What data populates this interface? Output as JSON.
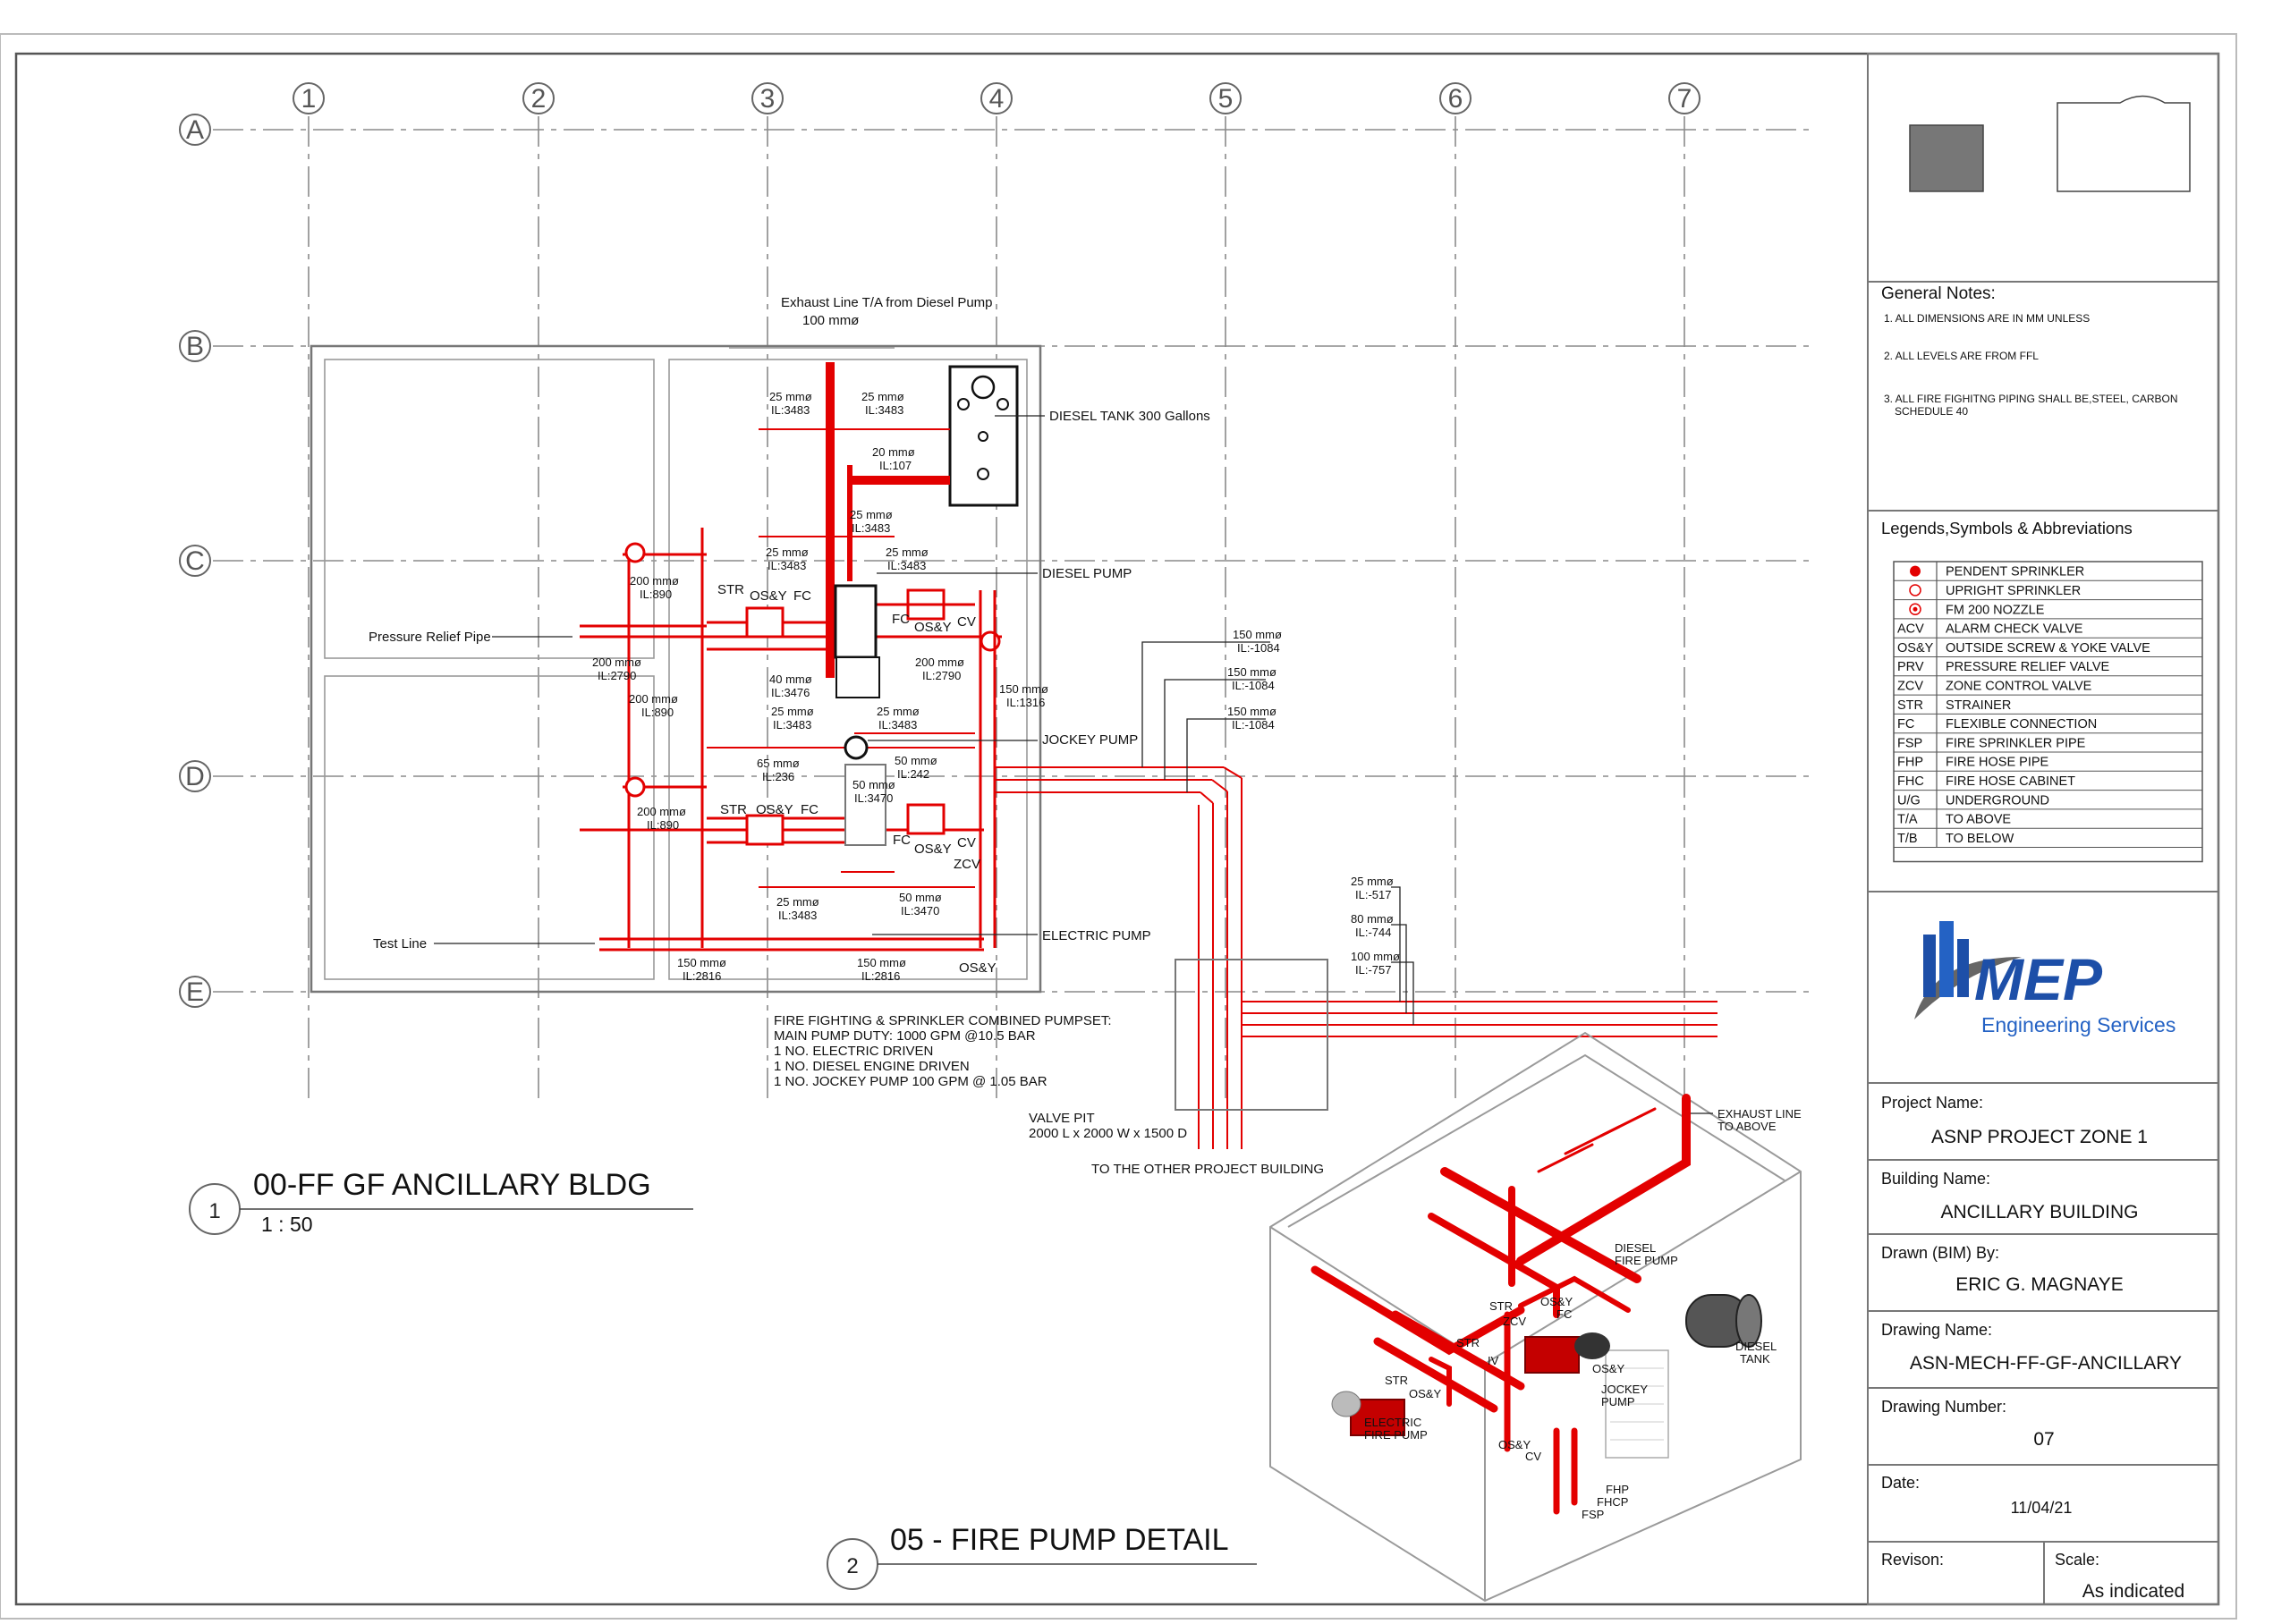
{
  "grid": {
    "columns": [
      "1",
      "2",
      "3",
      "4",
      "5",
      "6",
      "7"
    ],
    "rows": [
      "A",
      "B",
      "C",
      "D",
      "E"
    ]
  },
  "plan": {
    "annotations": [
      "Exhaust Line T/A from Diesel Pump",
      "100 mmø",
      "DIESEL TANK 300 Gallons",
      "DIESEL PUMP",
      "JOCKEY PUMP",
      "ELECTRIC PUMP",
      "Pressure Relief Pipe",
      "Test Line",
      "STR",
      "OS&Y",
      "FC",
      "CV",
      "ZCV",
      "25 mmø",
      "IL:3483",
      "20 mmø",
      "IL:107",
      "200 mmø",
      "IL:890",
      "IL:2790",
      "40 mmø",
      "IL:3476",
      "65 mmø",
      "IL:236",
      "50 mmø",
      "IL:3470",
      "IL:242",
      "150 mmø",
      "IL:1316",
      "IL:-1084",
      "IL:2816",
      "IL:-517",
      "80 mmø",
      "IL:-744",
      "IL:-757"
    ],
    "pumpset_notes": [
      "FIRE FIGHTING & SPRINKLER COMBINED PUMPSET:",
      "MAIN PUMP DUTY: 1000 GPM @10.5 BAR",
      "1 NO. ELECTRIC DRIVEN",
      "1 NO. DIESEL ENGINE DRIVEN",
      "1 NO. JOCKEY PUMP 100 GPM @ 1.05 BAR"
    ],
    "valve_pit": [
      "VALVE PIT",
      "2000 L x 2000 W x 1500 D"
    ],
    "to_other": "TO THE OTHER PROJECT BUILDING"
  },
  "views": {
    "view1": {
      "number": "1",
      "title": "00-FF GF ANCILLARY BLDG",
      "scale": "1 : 50"
    },
    "view2": {
      "number": "2",
      "title": "05 - FIRE PUMP DETAIL"
    }
  },
  "iso_labels": {
    "exhaust": [
      "EXHAUST LINE",
      "TO ABOVE"
    ],
    "diesel_fire_pump": [
      "DIESEL",
      "FIRE PUMP"
    ],
    "diesel_tank": [
      "DIESEL",
      "TANK"
    ],
    "jockey_pump": [
      "JOCKEY",
      "PUMP"
    ],
    "electric_fire_pump": [
      "ELECTRIC",
      "FIRE PUMP"
    ],
    "short": [
      "STR",
      "ZCV",
      "OS&Y",
      "FC",
      "IV",
      "CV",
      "FHP",
      "FHCP",
      "FSP"
    ]
  },
  "title_block": {
    "general_notes_title": "General Notes:",
    "general_notes": [
      "1. ALL DIMENSIONS ARE IN MM UNLESS",
      "2. ALL LEVELS ARE FROM FFL",
      "3. ALL FIRE FIGHITNG PIPING SHALL BE,STEEL, CARBON",
      "SCHEDULE 40"
    ],
    "legend_title": "Legends,Symbols & Abbreviations",
    "legend": [
      {
        "abbr": "",
        "desc": "PENDENT SPRINKLER",
        "symbol": "filled-circle"
      },
      {
        "abbr": "",
        "desc": "UPRIGHT SPRINKLER",
        "symbol": "open-circle"
      },
      {
        "abbr": "",
        "desc": "FM 200 NOZZLE",
        "symbol": "ring"
      },
      {
        "abbr": "ACV",
        "desc": "ALARM CHECK VALVE"
      },
      {
        "abbr": "OS&Y",
        "desc": "OUTSIDE SCREW & YOKE VALVE"
      },
      {
        "abbr": "PRV",
        "desc": "PRESSURE RELIEF VALVE"
      },
      {
        "abbr": "ZCV",
        "desc": "ZONE CONTROL VALVE"
      },
      {
        "abbr": "STR",
        "desc": "STRAINER"
      },
      {
        "abbr": "FC",
        "desc": "FLEXIBLE CONNECTION"
      },
      {
        "abbr": "FSP",
        "desc": "FIRE SPRINKLER PIPE"
      },
      {
        "abbr": "FHP",
        "desc": "FIRE HOSE PIPE"
      },
      {
        "abbr": "FHC",
        "desc": "FIRE HOSE CABINET"
      },
      {
        "abbr": "U/G",
        "desc": "UNDERGROUND"
      },
      {
        "abbr": "T/A",
        "desc": "TO ABOVE"
      },
      {
        "abbr": "T/B",
        "desc": "TO BELOW"
      }
    ],
    "logo_text": "MEP",
    "logo_sub": "Engineering Services",
    "project_name_label": "Project Name:",
    "project_name": "ASNP PROJECT ZONE 1",
    "building_name_label": "Building Name:",
    "building_name": "ANCILLARY BUILDING",
    "drawn_by_label": "Drawn (BIM) By:",
    "drawn_by": "ERIC G. MAGNAYE",
    "drawing_name_label": "Drawing Name:",
    "drawing_name": "ASN-MECH-FF-GF-ANCILLARY",
    "drawing_number_label": "Drawing Number:",
    "drawing_number": "07",
    "date_label": "Date:",
    "date": "11/04/21",
    "revision_label": "Revison:",
    "scale_label": "Scale:",
    "scale": "As indicated"
  },
  "colors": {
    "pipe": "#e30000",
    "logo_blue": "#1d4fa8",
    "logo_gray": "#6b6b6b"
  }
}
